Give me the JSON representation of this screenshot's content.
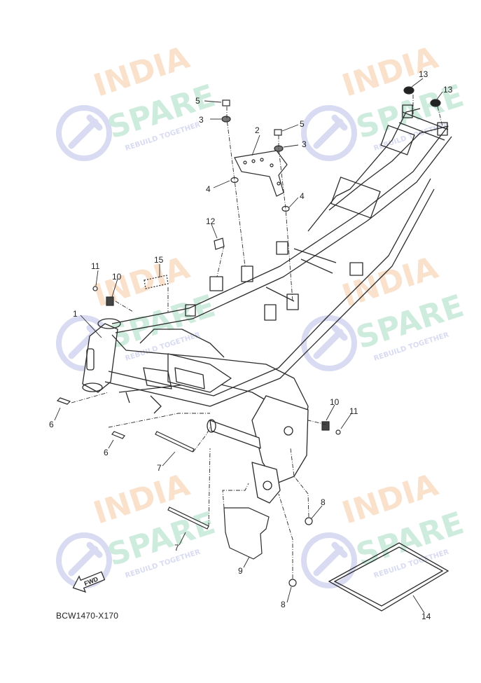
{
  "diagram": {
    "code": "BCW1470-X170",
    "fwd_label": "FWD",
    "callouts": [
      "1",
      "2",
      "3",
      "3",
      "4",
      "4",
      "5",
      "5",
      "6",
      "6",
      "7",
      "7",
      "8",
      "8",
      "9",
      "10",
      "10",
      "11",
      "11",
      "12",
      "13",
      "13",
      "14",
      "15"
    ]
  },
  "watermark": {
    "line1": "INDIA",
    "line2": "SPARE",
    "tagline": "REBUILD TOGETHER",
    "colors": {
      "india": "#f6c9a0",
      "spare": "#a6dcc4",
      "logo": "#b8bde6"
    }
  },
  "colors": {
    "line": "#2a2a2a",
    "background": "#ffffff"
  }
}
